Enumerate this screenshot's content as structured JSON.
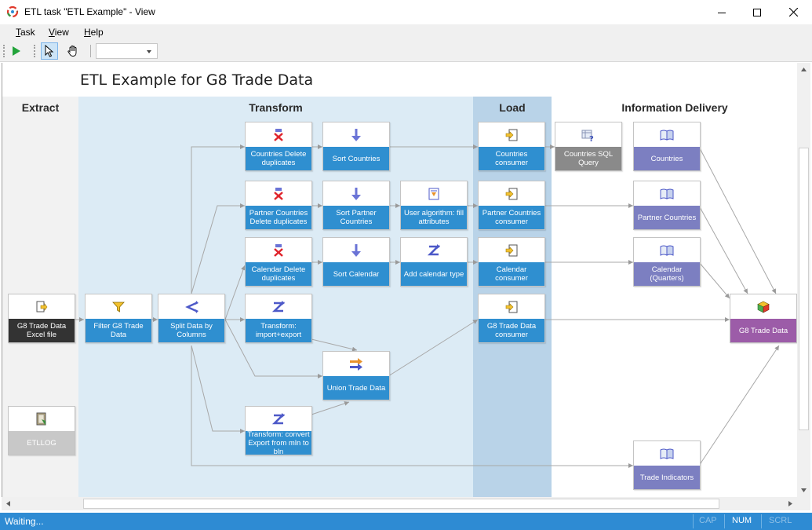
{
  "window": {
    "title": "ETL task \"ETL Example\" - View"
  },
  "menu": {
    "items": [
      "Task",
      "View",
      "Help"
    ]
  },
  "toolbar": {
    "combo_value": "",
    "icons": [
      "run-icon",
      "pointer-icon",
      "hand-icon"
    ]
  },
  "diagram": {
    "title": "ETL Example for G8 Trade Data",
    "lanes": {
      "extract": "Extract",
      "transform": "Transform",
      "load": "Load",
      "delivery": "Information Delivery"
    },
    "nodes": {
      "excel": "G8 Trade Data Excel file",
      "etllog": "ETLLOG",
      "filter": "Filter G8 Trade Data",
      "split": "Split Data by Columns",
      "countries_dedup": "Countries Delete duplicates",
      "partner_dedup": "Partner Countries Delete duplicates",
      "calendar_dedup": "Calendar Delete duplicates",
      "transform_ie": "Transform: import+export",
      "transform_convert": "Transform: convert Export from mln to bln",
      "sort_countries": "Sort Countries",
      "sort_partner": "Sort Partner Countries",
      "sort_calendar": "Sort Calendar",
      "union": "Union Trade Data",
      "user_algorithm": "User algorithm: fill attributes",
      "add_calendar_type": "Add calendar type",
      "countries_consumer": "Countries consumer",
      "partner_consumer": "Partner Countries consumer",
      "calendar_consumer": "Calendar consumer",
      "g8_consumer": "G8 Trade Data consumer",
      "countries_sql": "Countries SQL Query",
      "countries": "Countries",
      "partner_countries": "Partner Countries",
      "calendar_quarters": "Calendar (Quarters)",
      "trade_indicators": "Trade Indicators",
      "g8_cube": "G8 Trade Data"
    },
    "colors": {
      "blue": "#2f8fd0",
      "purple": "#7c7fc1",
      "gray": "#8a8a8a",
      "dark": "#333333",
      "light": "#c8c8c8",
      "magenta": "#9c5ca8",
      "transform_lane": "#dcebf5",
      "load_lane": "#b9d3e8"
    }
  },
  "status": {
    "text": "Waiting...",
    "cap": "CAP",
    "num": "NUM",
    "scrl": "SCRL"
  }
}
